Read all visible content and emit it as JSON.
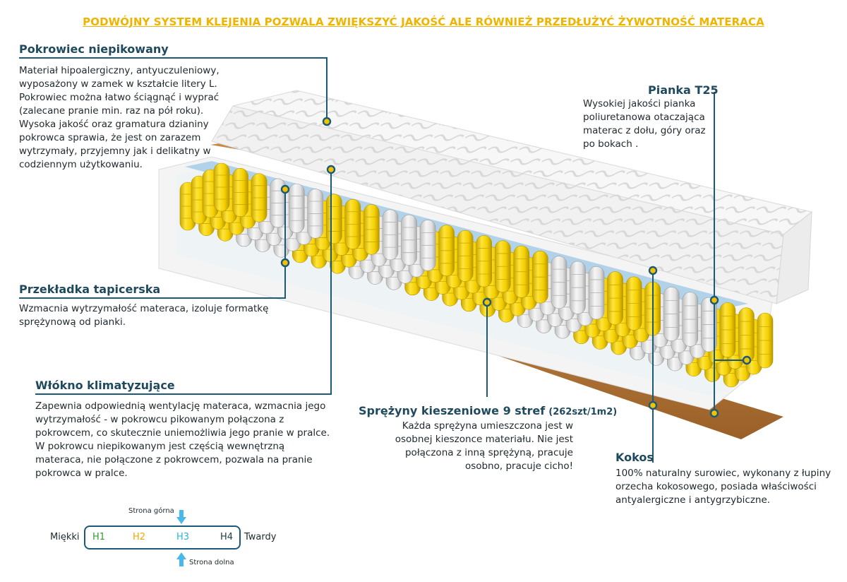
{
  "headline": "PODWÓJNY SYSTEM KLEJENIA POZWALA ZWIĘKSZYĆ JAKOŚĆ ALE RÓWNIEŻ PRZEDŁUŻYĆ ŻYWOTNOŚĆ MATERACA",
  "sections": {
    "cover": {
      "title": "Pokrowiec  niepikowany",
      "lines": [
        "Materiał hipoalergiczny, antyuczuleniowy,",
        "wyposażony w zamek w kształcie litery L.",
        "Pokrowiec można łatwo ściągnąć i wyprać",
        "(zalecane pranie min.  raz na pół roku).",
        "Wysoka jakość oraz gramatura dzianiny",
        "pokrowca sprawia, że jest on zarazem",
        "wytrzymały, przyjemny jak i delikatny w",
        "codziennym użytkowaniu."
      ]
    },
    "insulator": {
      "title": "Przekładka tapicerska",
      "lines": [
        "Wzmacnia wytrzymałość materaca, izoluje formatkę",
        "sprężynową od pianki."
      ]
    },
    "fiber": {
      "title": "Włókno klimatyzujące",
      "lines": [
        "Zapewnia odpowiednią wentylację materaca, wzmacnia jego",
        "wytrzymałość - w pokrowcu pikowanym połączona z",
        "pokrowcem, co skutecznie uniemożliwia jego pranie w pralce.",
        "W pokrowcu niepikowanym jest częścią wewnętrzną",
        "materaca, nie połączone z pokrowcem, pozwala na pranie",
        "pokrowca w pralce."
      ]
    },
    "springs": {
      "title": "Sprężyny kieszeniowe 9 stref",
      "title_suffix": "(262szt/1m2)",
      "lines": [
        "Każda sprężyna umieszczona jest w",
        "osobnej kieszonce materiału. Nie jest",
        "połączona z inną sprężyną, pracuje",
        "osobno, pracuje cicho!"
      ]
    },
    "foam": {
      "title": "Pianka T25",
      "lines": [
        "Wysokiej jakości pianka",
        "poliuretanowa otaczająca",
        "materac z dołu, góry oraz",
        "po bokach ."
      ]
    },
    "coconut": {
      "title": "Kokos",
      "lines": [
        "100% naturalny surowiec, wykonany z łupiny",
        "orzecha kokosowego, posiada właściwości",
        "antyalergiczne i antygrzybiczne."
      ]
    }
  },
  "hardness": {
    "soft_label": "Miękki",
    "hard_label": "Twardy",
    "top_label": "Strona górna",
    "bottom_label": "Strona dolna",
    "levels": [
      {
        "label": "H1",
        "color": "#2e9e2e"
      },
      {
        "label": "H2",
        "color": "#f0a800"
      },
      {
        "label": "H3",
        "color": "#29b6e0"
      },
      {
        "label": "H4",
        "color": "#1f3a4a"
      }
    ]
  },
  "colors": {
    "accent": "#1a5a78",
    "headline": "#f0b400",
    "spring_yellow": "#f2d200",
    "spring_white": "#e4e4e4",
    "coconut": "#b57a3c",
    "arrow": "#4ab8e8"
  }
}
